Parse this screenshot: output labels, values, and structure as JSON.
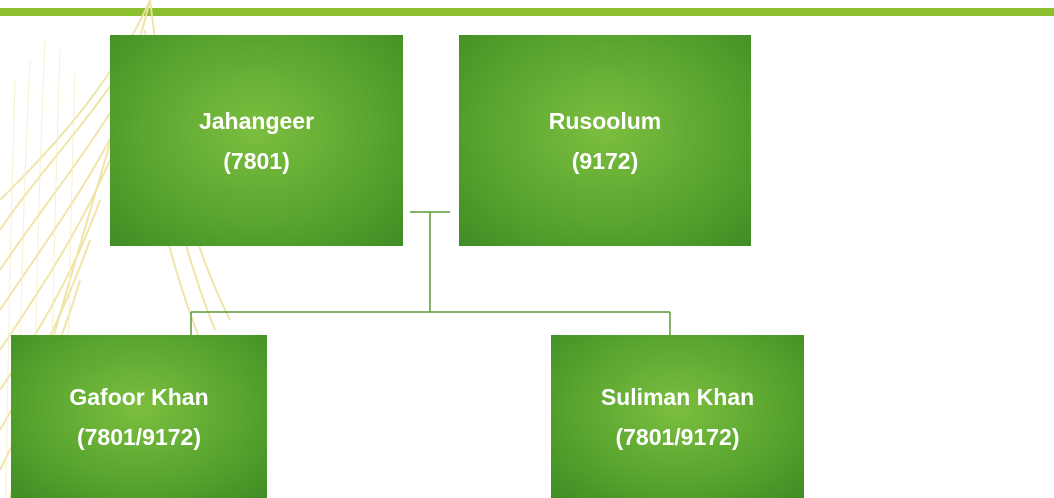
{
  "colors": {
    "accent_bar": "#8cbf2f",
    "node_fill": "#5aa630",
    "node_text": "#ffffff",
    "connector": "#5a9a3a"
  },
  "nodes": {
    "jahangeer": {
      "name": "Jahangeer",
      "code": "(7801)"
    },
    "rusoolum": {
      "name": "Rusoolum",
      "code": "(9172)"
    },
    "gafoor": {
      "name": "Gafoor Khan",
      "code": "(7801/9172)"
    },
    "suliman": {
      "name": "Suliman Khan",
      "code": "(7801/9172)"
    }
  }
}
